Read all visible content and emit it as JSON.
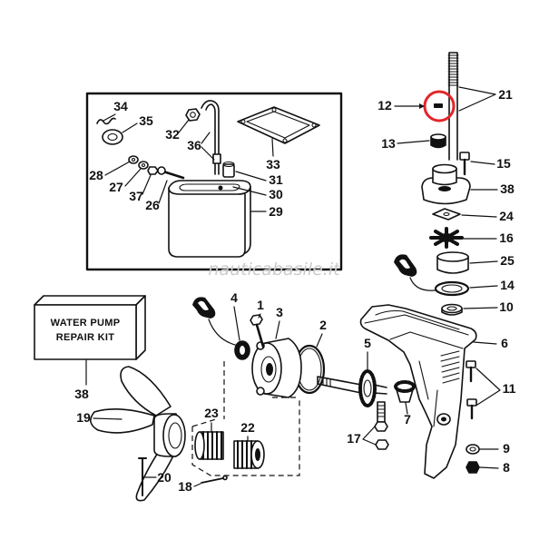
{
  "watermark": "nauticabasile.it",
  "kit_box": {
    "line1": "WATER PUMP",
    "line2": "REPAIR KIT",
    "callout": "38"
  },
  "callouts": {
    "inset": [
      "34",
      "35",
      "32",
      "36",
      "33",
      "28",
      "27",
      "37",
      "26",
      "31",
      "30",
      "29"
    ],
    "shaft_pump": [
      "12",
      "21",
      "13",
      "15",
      "38",
      "24",
      "16",
      "25",
      "14",
      "10"
    ],
    "gearcase": [
      "6",
      "4",
      "1",
      "3",
      "2",
      "5",
      "11",
      "7",
      "23",
      "22",
      "17",
      "9",
      "8"
    ],
    "propeller": [
      "19",
      "20",
      "18"
    ]
  },
  "colors": {
    "ink": "#111111",
    "highlight": "#e2262b",
    "watermark": "#cccccc",
    "background": "#ffffff"
  }
}
